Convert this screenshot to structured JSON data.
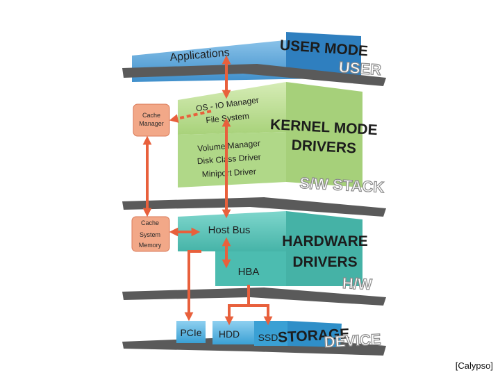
{
  "layers": {
    "user": {
      "box": "Applications",
      "mode": "USER MODE",
      "tag": "USER"
    },
    "software": {
      "io_manager": "OS - IO Manager",
      "file_system": "File System",
      "volume_manager": "Volume Manager",
      "disk_class_driver": "Disk Class Driver",
      "miniport_driver": "Miniport Driver",
      "mode_line1": "KERNEL MODE",
      "mode_line2": "DRIVERS",
      "tag": "S/W STACK",
      "cache_manager_line1": "Cache",
      "cache_manager_line2": "Manager"
    },
    "hardware": {
      "host_bus": "Host Bus",
      "hba": "HBA",
      "mode_line1": "HARDWARE",
      "mode_line2": "DRIVERS",
      "tag": "H/W",
      "cache_line1": "Cache",
      "cache_line2": "System",
      "cache_line3": "Memory"
    },
    "device": {
      "pcie": "PCIe",
      "hdd": "HDD",
      "ssd": "SSD",
      "storage": "STORAGE",
      "tag": "DEVICE"
    }
  },
  "credit": "[Calypso]",
  "colors": {
    "user_blue": "#5ba3d6",
    "kernel_green": "#b9dc8c",
    "hardware_teal": "#5cc4b8",
    "device_blue": "#4fb2e0",
    "cache_orange": "#f0a080",
    "arrow_orange": "#e8603c",
    "plate_gray": "#585858"
  }
}
